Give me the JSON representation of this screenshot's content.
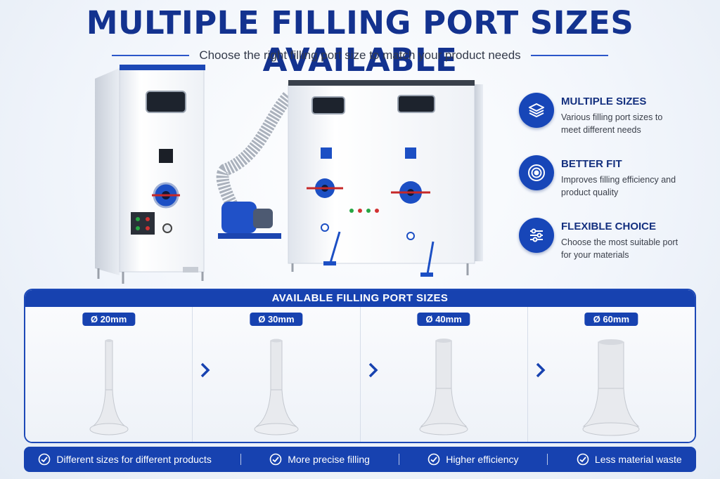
{
  "header": {
    "title": "MULTIPLE FILLING PORT SIZES AVAILABLE",
    "subtitle": "Choose the right filling port size to match your product needs"
  },
  "colors": {
    "brand_blue": "#1742b0",
    "title_blue": "#13328f"
  },
  "features": [
    {
      "icon": "layers-icon",
      "title": "MULTIPLE SIZES",
      "desc": "Various filling port sizes to meet different needs"
    },
    {
      "icon": "target-icon",
      "title": "BETTER FIT",
      "desc": "Improves filling efficiency and product quality"
    },
    {
      "icon": "sliders-icon",
      "title": "FLEXIBLE CHOICE",
      "desc": "Choose the most suitable port for your materials"
    }
  ],
  "ports": {
    "heading": "AVAILABLE FILLING PORT SIZES",
    "items": [
      {
        "label": "Ø 20mm"
      },
      {
        "label": "Ø 30mm"
      },
      {
        "label": "Ø 40mm"
      },
      {
        "label": "Ø 60mm"
      }
    ]
  },
  "benefits": [
    {
      "label": "Different sizes for different products"
    },
    {
      "label": "More precise filling"
    },
    {
      "label": "Higher efficiency"
    },
    {
      "label": "Less material waste"
    }
  ]
}
